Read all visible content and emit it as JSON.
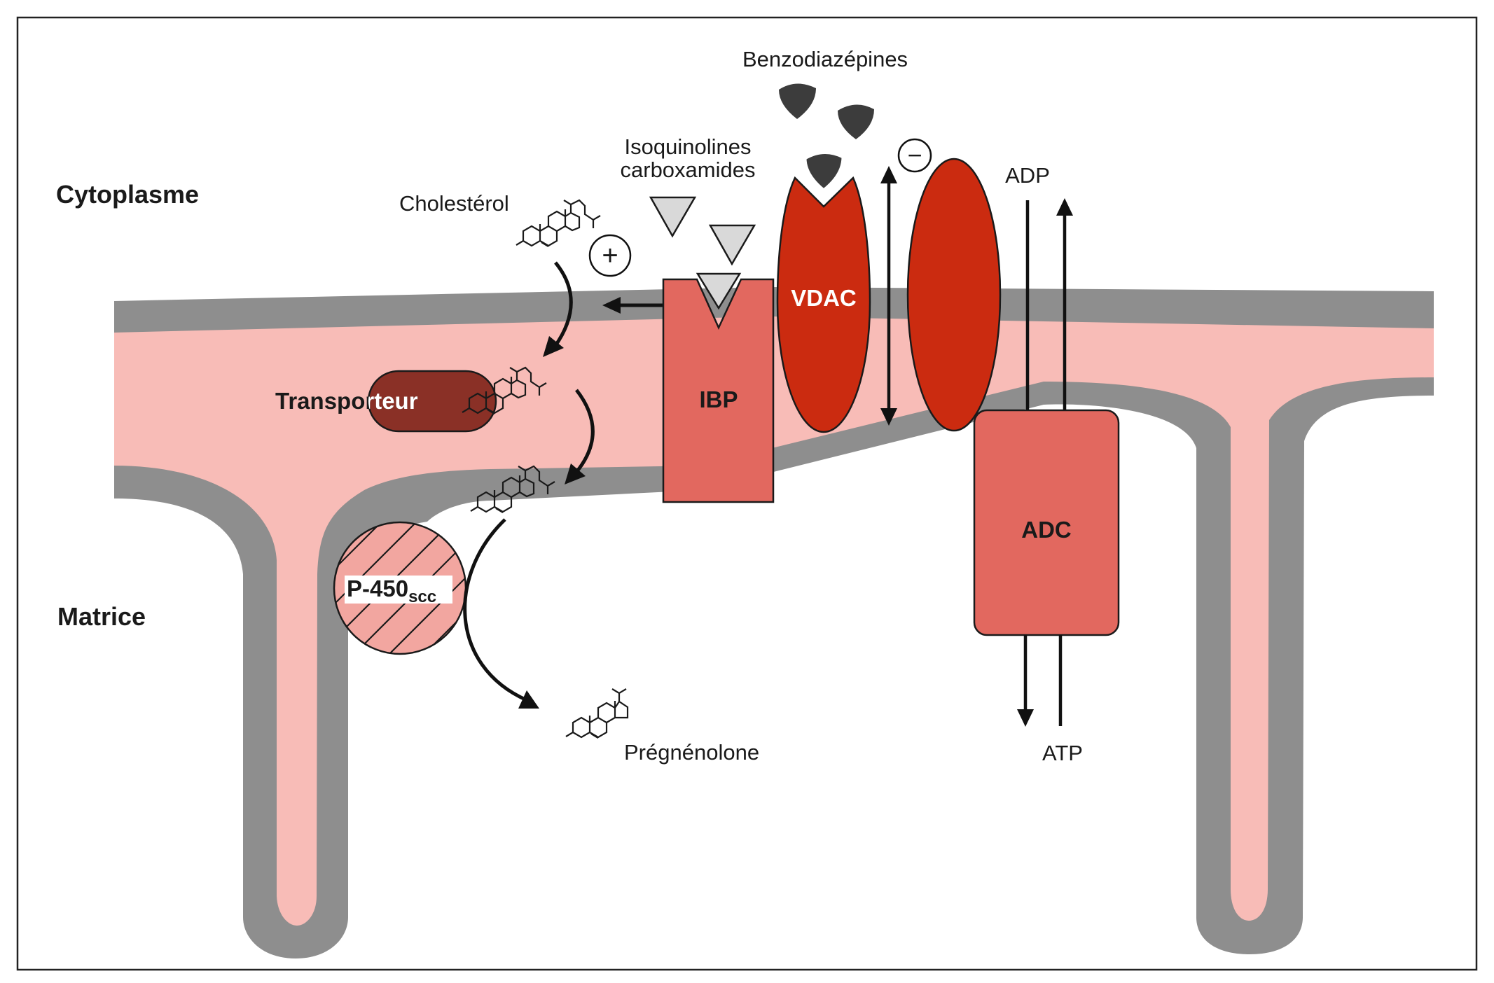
{
  "figure": {
    "regions": {
      "cytoplasm": "Cytoplasme",
      "matrix": "Matrice"
    },
    "ligands": {
      "cholesterol": "Cholestérol",
      "isoquinolines_line1": "Isoquinolines",
      "isoquinolines_line2": "carboxamides",
      "benzodiazepines": "Benzodiazépines",
      "pregnenolone": "Prégnénolone",
      "adp": "ADP",
      "atp": "ATP"
    },
    "proteins": {
      "transporter": "Transporteur",
      "ibp": "IBP",
      "vdac": "VDAC",
      "adc": "ADC",
      "p450_main": "P-450",
      "p450_sub": "scc"
    },
    "regulation": {
      "stimulation": "+",
      "inhibition": "−"
    },
    "colors": {
      "membrane_gray": "#8e8e8e",
      "intermembrane_pink": "#f8bcb7",
      "ibp_adc_fill": "#e2685f",
      "vdac_fill": "#cb2b10",
      "transporter_fill": "#8a3026",
      "isoquinoline_fill": "#d9d9d9",
      "benzodiazepine_fill": "#3c3c3c",
      "p450_fill": "#f2a6a0"
    }
  }
}
